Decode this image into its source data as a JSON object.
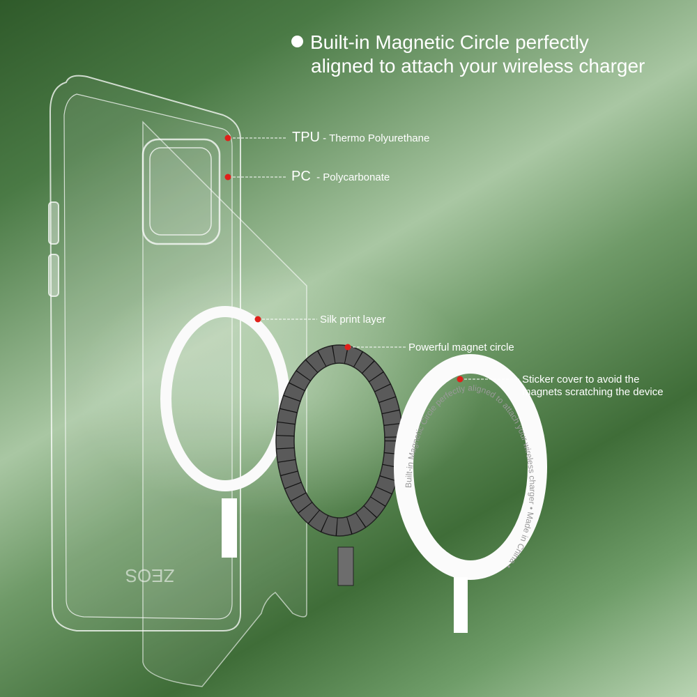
{
  "headline": {
    "line1": "Built-in Magnetic Circle perfectly",
    "line2": "aligned to attach your wireless charger"
  },
  "labels": {
    "tpu": {
      "code": "TPU",
      "desc": "- Thermo Polyurethane"
    },
    "pc": {
      "code": "PC",
      "desc": "- Polycarbonate"
    },
    "silk": "Silk print layer",
    "magnet": "Powerful magnet circle",
    "sticker_line1": "Sticker cover to avoid the",
    "sticker_line2": "magnets scratching the device"
  },
  "sticker_ring_text": "Built-in Magnetic Circle perfectly aligned to attach your wireless charger • Made in China •",
  "brand_logo": "ZEOS",
  "colors": {
    "marker": "#e0201a",
    "text": "#ffffff"
  }
}
